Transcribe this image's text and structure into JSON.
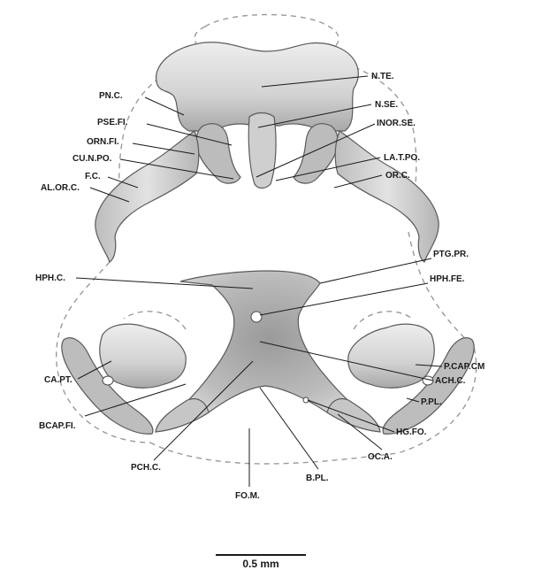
{
  "labels": {
    "n_te": "N.TE.",
    "pn_c": "PN.C.",
    "n_se": "N.SE.",
    "pse_fi": "PSE.FI.",
    "inor_se": "INOR.SE.",
    "orn_fi": "ORN.FI.",
    "cu_n_po": "CU.N.PO.",
    "la_t_po": "LA.T.PO.",
    "f_c": "F.C.",
    "or_c": "OR.C.",
    "al_or_c": "AL.OR.C.",
    "ptg_pr": "PTG.PR.",
    "hph_c": "HPH.C.",
    "hph_fe": "HPH.FE.",
    "p_cap_cm": "P.CAP.CM",
    "ca_pt": "CA.PT.",
    "ach_c": "ACH.C.",
    "p_pl": "P.PL.",
    "bcap_fi": "BCAP.FI.",
    "hg_fo": "HG.FO.",
    "pch_c": "PCH.C.",
    "oc_a": "OC.A.",
    "b_pl": "B.PL.",
    "fo_m": "FO.M."
  },
  "scale_bar": {
    "label": "0.5 mm"
  },
  "colors": {
    "cartilage_light": "#e6e6e6",
    "cartilage_mid": "#c4c4c4",
    "cartilage_dark": "#8c8c8c",
    "outline_dashed": "#9a9a9a"
  }
}
